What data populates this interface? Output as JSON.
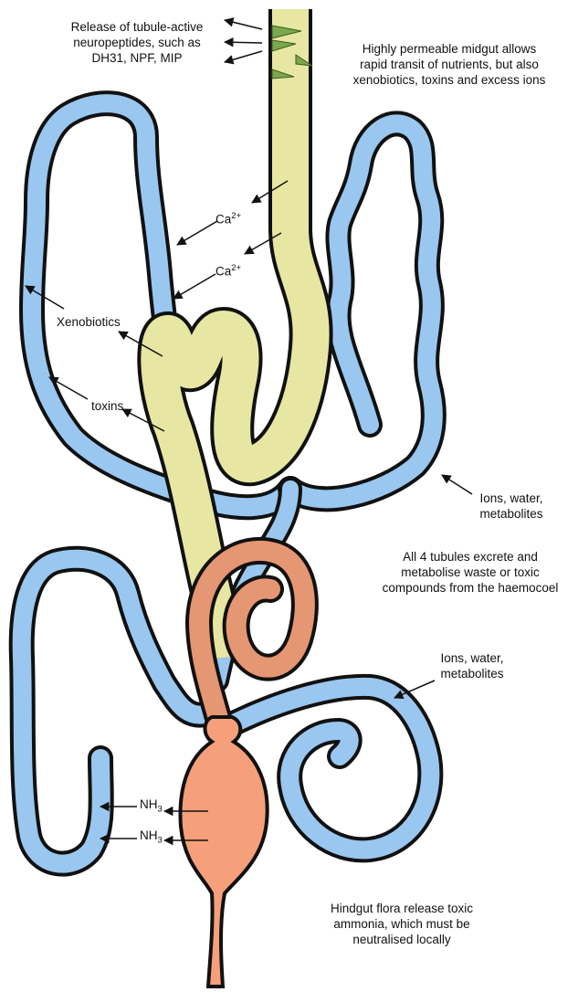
{
  "colors": {
    "tubule_fill": "#99c7f0",
    "midgut_fill": "#fafab0",
    "hindgut_fill": "#f5a07a",
    "outline": "#111111",
    "neuro_cells": "#7aa84a"
  },
  "icons": [
    "arrow-icon",
    "endocrine-cell-icon"
  ],
  "labels": {
    "neuropeptides": [
      "Release of tubule-active",
      "neuropeptides, such as",
      "DH31, NPF, MIP"
    ],
    "midgut": [
      "Highly permeable midgut allows",
      "rapid transit of nutrients, but also",
      "xenobiotics, toxins and excess ions"
    ],
    "calcium_1": {
      "base": "Ca",
      "sup": "2+"
    },
    "calcium_2": {
      "base": "Ca",
      "sup": "2+"
    },
    "xenobiotics": "Xenobiotics",
    "toxins": "toxins",
    "ions_upper": [
      "Ions, water,",
      "metabolites"
    ],
    "tubules_all": [
      "All 4 tubules excrete and",
      "metabolise waste or toxic",
      "compounds from the haemocoel"
    ],
    "ions_lower": [
      "Ions, water,",
      "metabolites"
    ],
    "ammonia_1": {
      "base": "NH",
      "sub": "3"
    },
    "ammonia_2": {
      "base": "NH",
      "sub": "3"
    },
    "hindgut": [
      "Hindgut flora release toxic",
      "ammonia, which must be",
      "neutralised locally"
    ]
  }
}
